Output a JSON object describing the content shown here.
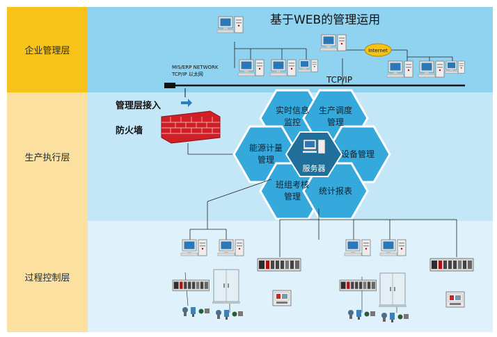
{
  "layers": {
    "enterprise": "企业管理层",
    "production": "生产执行层",
    "process": "过程控制层"
  },
  "title": "基于WEB的管理运用",
  "network": {
    "mis_line1": "MIS/ERP NETWORK",
    "mis_line2": "TCP/IP 以太网",
    "tcpip": "TCP/IP",
    "internet": "Internet"
  },
  "security": {
    "access": "管理层接入",
    "firewall": "防火墙"
  },
  "modules": {
    "realtime_l1": "实时信息",
    "realtime_l2": "监控",
    "dispatch_l1": "生产调度",
    "dispatch_l2": "管理",
    "energy_l1": "能源计量",
    "energy_l2": "管理",
    "equipment": "设备管理",
    "team_l1": "班组考核",
    "team_l2": "管理",
    "stats": "统计报表",
    "server": "服务器"
  },
  "colors": {
    "enterprise_label": "#f7c21a",
    "side_label": "#fbe0a0",
    "top_band": "#8fd3f0",
    "mid_band": "#c3e7f7",
    "bottom_band": "#dff2fb",
    "hex_fill": "#35a9dc",
    "firewall": "#cf1f27"
  }
}
